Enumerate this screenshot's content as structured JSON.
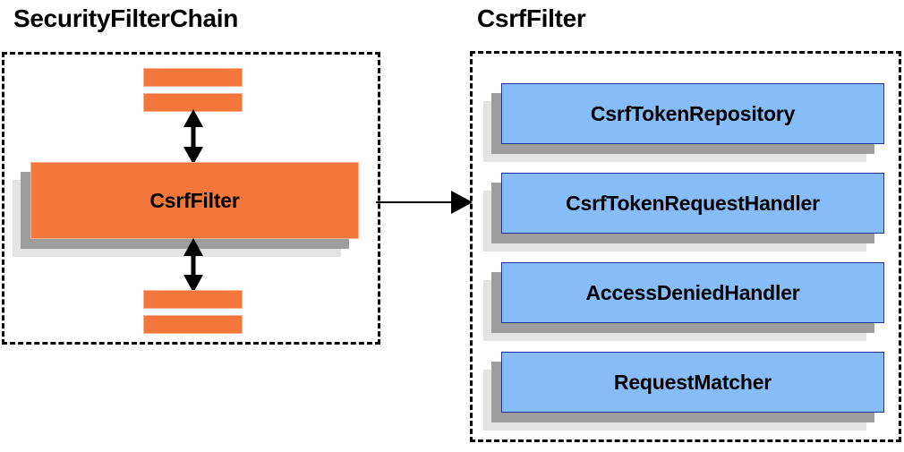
{
  "diagram": {
    "type": "component-relationship-diagram",
    "background_color": "#ffffff",
    "panels": [
      {
        "id": "security-filter-chain",
        "title": "SecurityFilterChain",
        "border_style": "dashed",
        "border_color": "#000000",
        "highlight_color": "#f3763a",
        "highlighted_component": "CsrfFilter",
        "unlabeled_filter_slabs_above": 2,
        "unlabeled_filter_slabs_below": 2
      },
      {
        "id": "csrf-filter-collaborators",
        "title": "CsrfFilter",
        "border_style": "dashed",
        "border_color": "#000000",
        "component_color": "#86bcf7",
        "components": [
          {
            "label": "CsrfTokenRepository"
          },
          {
            "label": "CsrfTokenRequestHandler"
          },
          {
            "label": "AccessDeniedHandler"
          },
          {
            "label": "RequestMatcher"
          }
        ]
      }
    ],
    "connectors": [
      {
        "id": "chain-above",
        "kind": "double-headed-vertical-arrow",
        "from": "filters-above",
        "to": "CsrfFilter"
      },
      {
        "id": "chain-below",
        "kind": "double-headed-vertical-arrow",
        "from": "CsrfFilter",
        "to": "filters-below"
      },
      {
        "id": "expand",
        "kind": "single-headed-horizontal-arrow",
        "from": "CsrfFilter",
        "to": "csrf-filter-collaborators"
      }
    ]
  }
}
